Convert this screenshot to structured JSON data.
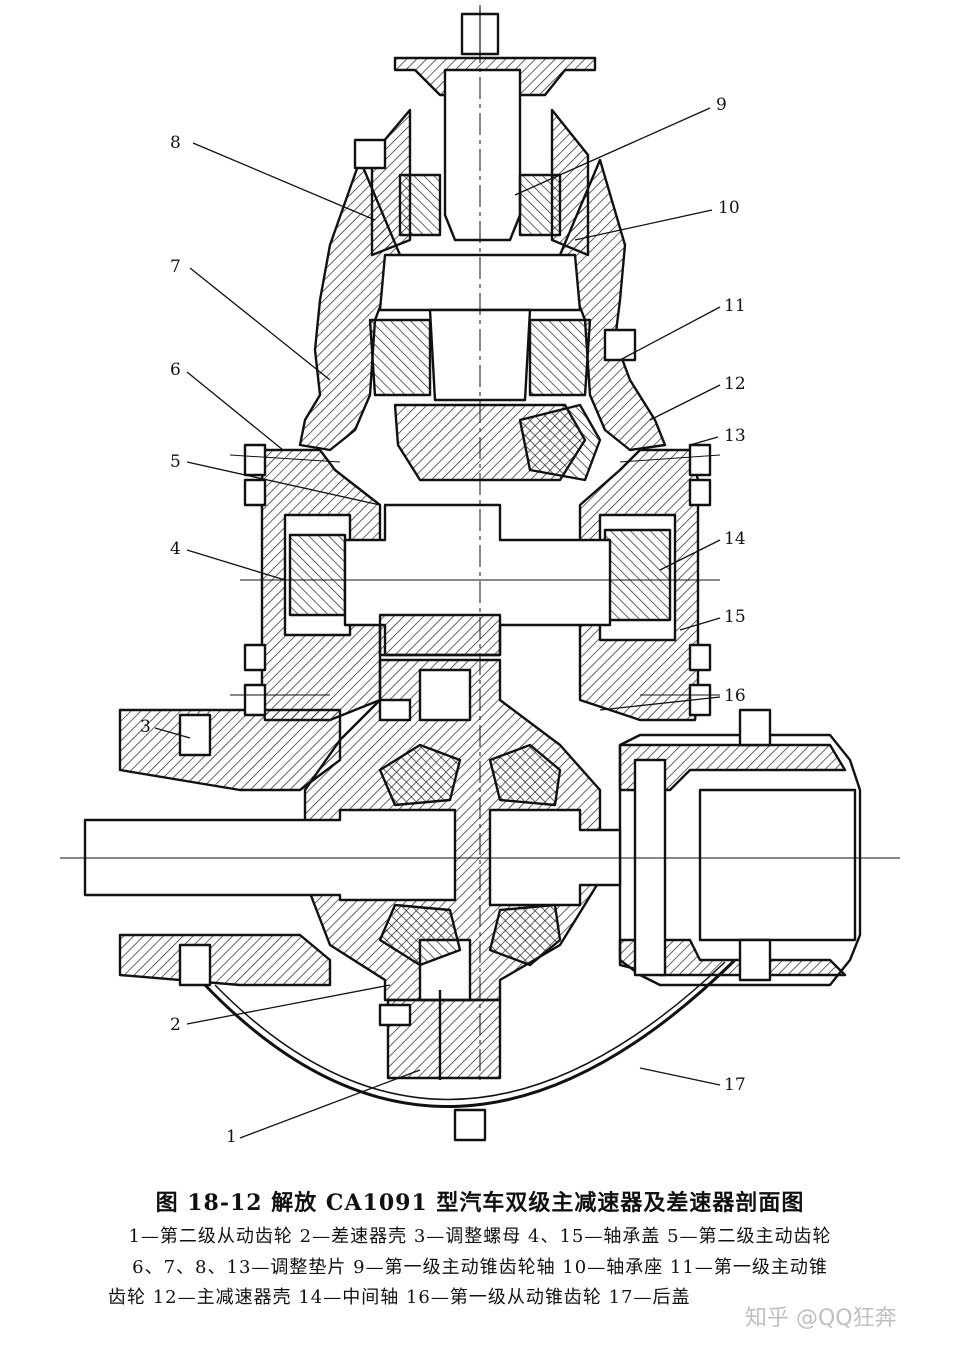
{
  "figure": {
    "title": "图 18-12   解放 CA1091 型汽车双级主减速器及差速器剖面图",
    "legend_lines": [
      "1—第二级从动齿轮   2—差速器壳   3—调整螺母   4、15—轴承盖   5—第二级主动齿轮",
      "6、7、8、13—调整垫片   9—第一级主动锥齿轮轴   10—轴承座   11—第一级主动锥",
      "齿轮   12—主减速器壳   14—中间轴   16—第一级从动锥齿轮   17—后盖"
    ],
    "watermark": "知乎 @QQ狂奔"
  },
  "callouts": [
    {
      "id": "1",
      "label": "1"
    },
    {
      "id": "2",
      "label": "2"
    },
    {
      "id": "3",
      "label": "3"
    },
    {
      "id": "4",
      "label": "4"
    },
    {
      "id": "5",
      "label": "5"
    },
    {
      "id": "6",
      "label": "6"
    },
    {
      "id": "7",
      "label": "7"
    },
    {
      "id": "8",
      "label": "8"
    },
    {
      "id": "9",
      "label": "9"
    },
    {
      "id": "10",
      "label": "10"
    },
    {
      "id": "11",
      "label": "11"
    },
    {
      "id": "12",
      "label": "12"
    },
    {
      "id": "13",
      "label": "13"
    },
    {
      "id": "14",
      "label": "14"
    },
    {
      "id": "15",
      "label": "15"
    },
    {
      "id": "16",
      "label": "16"
    },
    {
      "id": "17",
      "label": "17"
    }
  ]
}
